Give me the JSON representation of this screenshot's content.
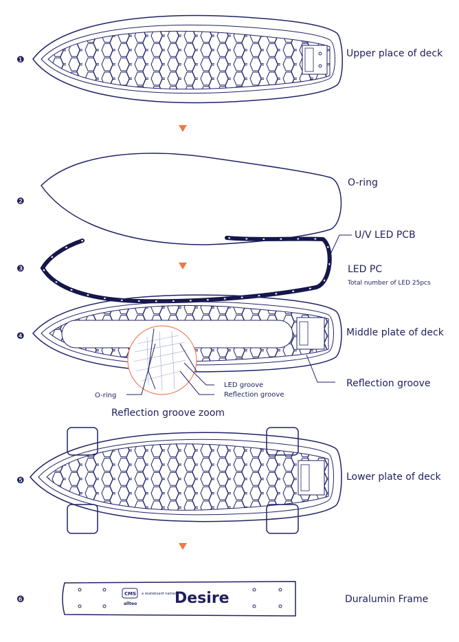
{
  "steps": [
    {
      "number": "1",
      "label": "Upper place of deck"
    },
    {
      "number": "2",
      "label": "O-ring"
    },
    {
      "number": "3",
      "label": "U/V LED PCB"
    },
    {
      "number": "4",
      "label": "Middle plate of deck"
    },
    {
      "number": "5",
      "label": "Lower plate of deck"
    },
    {
      "number": "6",
      "label": "Duralumin Frame"
    }
  ],
  "pc": {
    "label": "LED PC",
    "note": "Total number of LED 25pcs"
  },
  "reflection_groove": "Reflection groove",
  "zoom": {
    "oring": "O-ring",
    "led_groove": "LED groove",
    "reflection_groove": "Reflection groove",
    "title": "Reflection groove zoom"
  },
  "frame": {
    "tagline": "a skateboard named",
    "brand": "Desire",
    "logo_line1": "CMS",
    "logo_line2": "allteo"
  },
  "colors": {
    "ink": "#1f2266",
    "arrow": "#f07846",
    "zoom_circle": "#f08060"
  }
}
